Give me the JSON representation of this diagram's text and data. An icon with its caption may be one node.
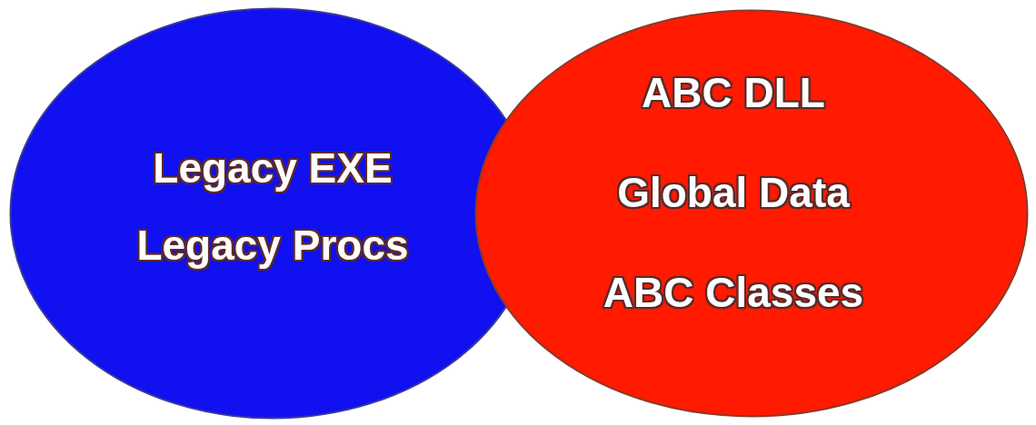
{
  "diagram": {
    "nodes": [
      {
        "text": [
          "Legacy EXE",
          "Legacy Procs"
        ]
      },
      {
        "text": [
          "ABC DLL",
          "Global Data",
          "ABC Classes"
        ]
      }
    ]
  }
}
